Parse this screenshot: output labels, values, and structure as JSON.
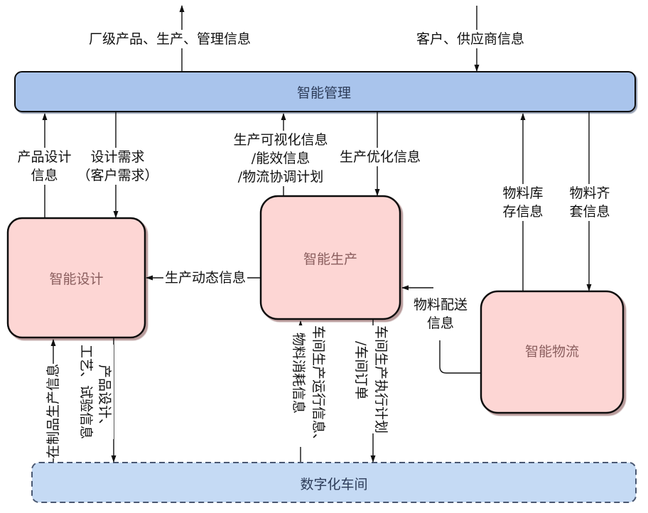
{
  "colors": {
    "management_fill": "#a9c4ec",
    "workshop_fill": "#c5daf4",
    "module_fill": "#fdd6d4",
    "module_text": "#8a5e5e",
    "bar_text": "#2c3b58",
    "line": "#111111"
  },
  "nodes": {
    "management": "智能管理",
    "design": "智能设计",
    "production": "智能生产",
    "logistics": "智能物流",
    "workshop": "数字化车间"
  },
  "flows": {
    "factory_info": "厂级产品、生产、管理信息",
    "customer_supplier": "客户、供应商信息",
    "design_info": [
      "产品设计",
      "信息"
    ],
    "design_demand": [
      "设计需求",
      "（客户需求）"
    ],
    "visual_info": [
      "生产可视化信息",
      "/能效信息",
      "/物流协调计划"
    ],
    "optimize_info": "生产优化信息",
    "inventory_info": [
      "物料库",
      "存信息"
    ],
    "kitting_info": [
      "物料齐",
      "套信息"
    ],
    "dynamic_info": "生产动态信息",
    "delivery_info": [
      "物料配送",
      "信息"
    ],
    "wip_info": "在制品生产信息",
    "design_process": [
      "产品设计、",
      "工艺、试验信息"
    ],
    "run_info": [
      "车间生产运行信息、",
      "物料消耗信息"
    ],
    "exec_plan": [
      "车间生产执行计划",
      "/车间订单"
    ]
  }
}
